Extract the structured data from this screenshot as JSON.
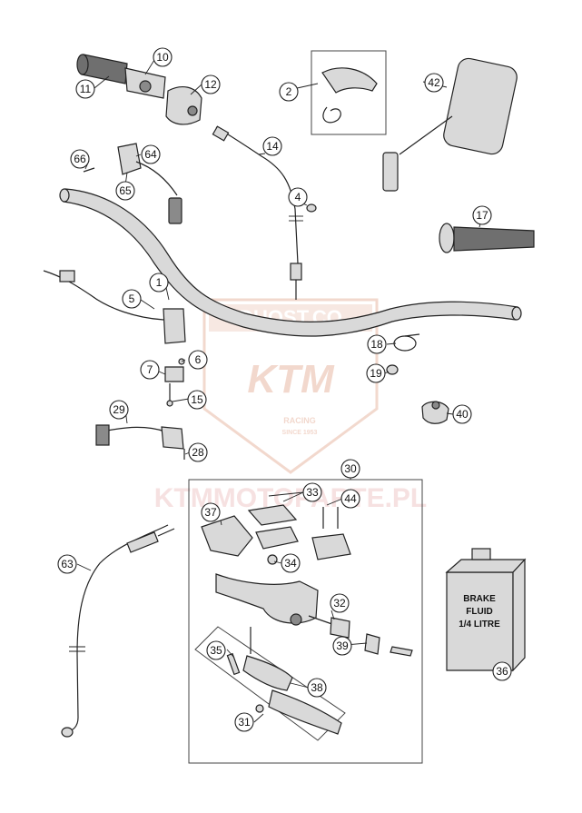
{
  "watermark": {
    "top_text": "DUOST.CO",
    "brand": "KTM",
    "sub_text": "RACING",
    "sub_text_2": "SINCE 1953",
    "site": "KTMMOTOPARTE.PL",
    "color": "#e8b9a6"
  },
  "fluid_can": {
    "label_lines": [
      "BRAKE",
      "FLUID",
      "1/4 LITRE"
    ]
  },
  "callouts": [
    "1",
    "2",
    "4",
    "5",
    "6",
    "7",
    "10",
    "11",
    "12",
    "14",
    "15",
    "17",
    "18",
    "19",
    "28",
    "29",
    "30",
    "31",
    "32",
    "33",
    "34",
    "35",
    "36",
    "37",
    "38",
    "39",
    "40",
    "42",
    "44",
    "63",
    "64",
    "65",
    "66"
  ],
  "colors": {
    "line": "#222222",
    "part": "#d9d9d9",
    "grip": "#6f6f6f"
  }
}
